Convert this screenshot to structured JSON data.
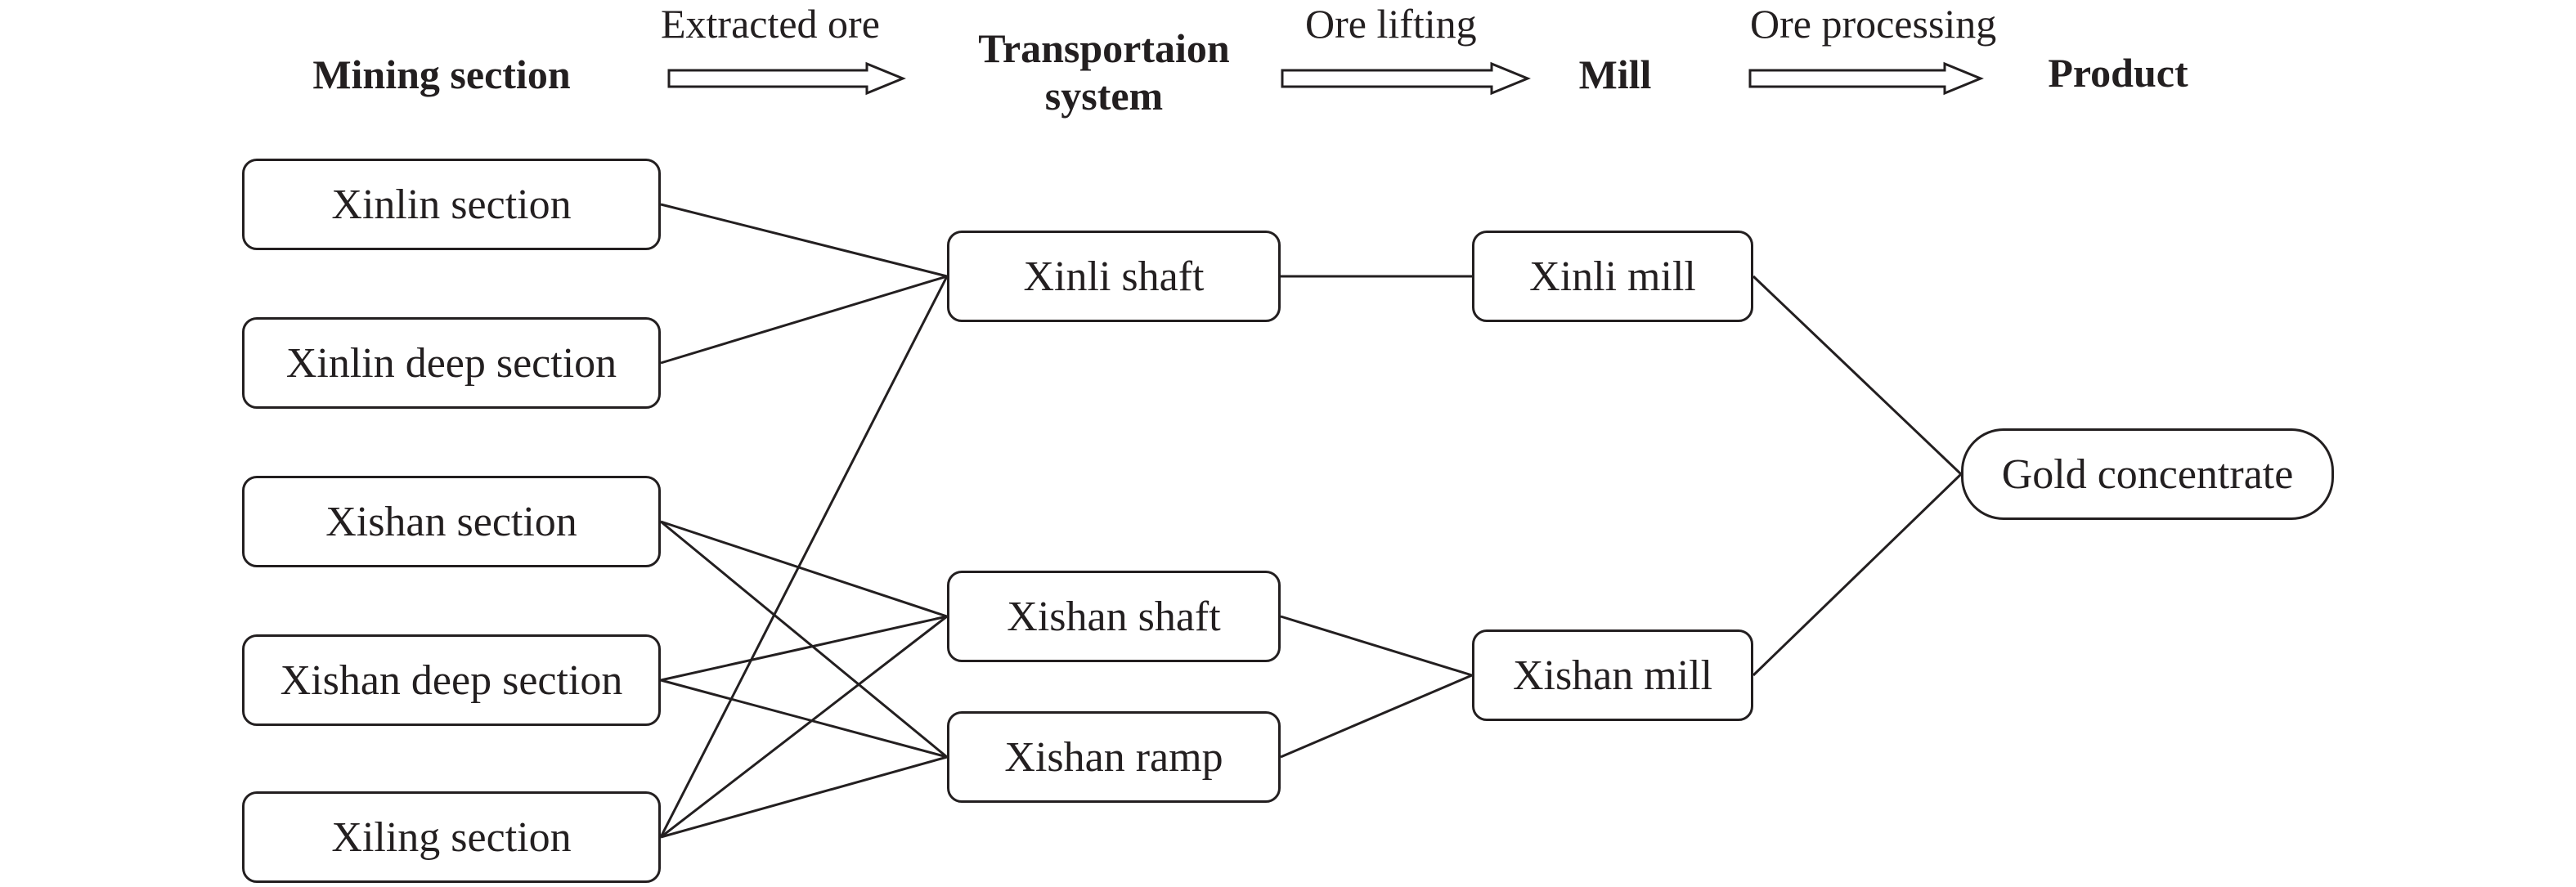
{
  "stages": {
    "mining": "Mining section",
    "transport": "Transportaion system",
    "mill": "Mill",
    "product": "Product"
  },
  "flows": {
    "extracted": "Extracted ore",
    "lifting": "Ore lifting",
    "processing": "Ore processing"
  },
  "nodes": {
    "xinlin_section": "Xinlin section",
    "xinlin_deep": "Xinlin deep section",
    "xishan_section": "Xishan section",
    "xishan_deep": "Xishan deep section",
    "xiling_section": "Xiling section",
    "xinli_shaft": "Xinli shaft",
    "xishan_shaft": "Xishan shaft",
    "xishan_ramp": "Xishan ramp",
    "xinli_mill": "Xinli mill",
    "xishan_mill": "Xishan mill",
    "gold": "Gold concentrate"
  },
  "colors": {
    "stroke": "#231f20",
    "background": "#ffffff"
  }
}
